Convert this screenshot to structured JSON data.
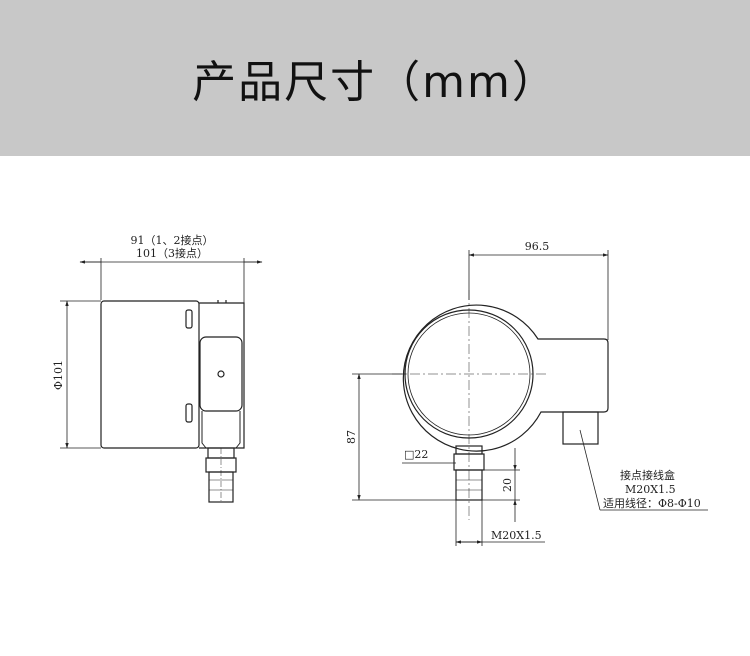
{
  "header": {
    "title": "产品尺寸（mm）"
  },
  "side_view": {
    "width_label_1": "91（1、2接点）",
    "width_label_2": "101（3接点）",
    "diameter_label": "Φ101"
  },
  "front_view": {
    "width_label": "96.5",
    "height_label": "87",
    "hex_label": "□22",
    "thread_length_label": "20",
    "thread_label": "M20X1.5",
    "box_label": "接点接线盒",
    "box_thread_label": "M20X1.5",
    "cable_label": "适用线径：Φ8-Φ10"
  },
  "colors": {
    "header_bg": "#c8c8c8",
    "line": "#222222"
  }
}
